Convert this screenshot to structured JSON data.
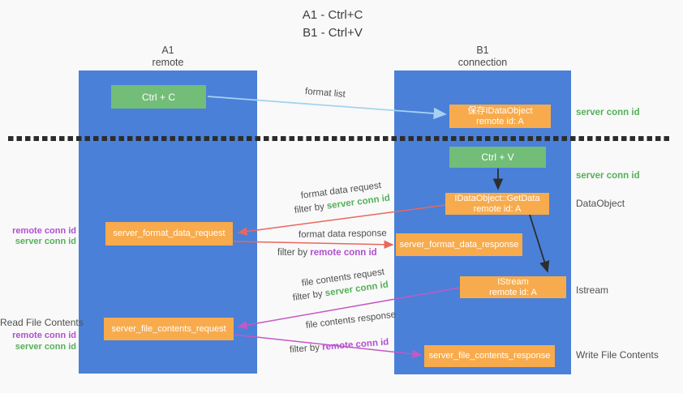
{
  "title": {
    "line1": "A1 - Ctrl+C",
    "line2": "B1 - Ctrl+V"
  },
  "columns": {
    "left": {
      "name": "A1",
      "subtitle": "remote"
    },
    "right": {
      "name": "B1",
      "subtitle": "connection"
    }
  },
  "nodes": {
    "ctrl_c": {
      "label": "Ctrl + C"
    },
    "ctrl_v": {
      "label": "Ctrl + V"
    },
    "save_dataobject": {
      "line1": "保存IDataObject",
      "line2": "remote id: A"
    },
    "getdata": {
      "line1": "IDataObject::GetData",
      "line2": "remote id: A"
    },
    "istream": {
      "line1": "IStream",
      "line2": "remote id: A"
    },
    "format_request": {
      "label": "server_format_data_request"
    },
    "format_response": {
      "label": "server_format_data_response"
    },
    "file_request": {
      "label": "server_file_contents_request"
    },
    "file_response": {
      "label": "server_file_contents_response"
    }
  },
  "arrows": {
    "format_list": {
      "label": "format list"
    },
    "format_data_request": {
      "label": "format data request",
      "filter_prefix": "filter by",
      "filter_id": "server conn id"
    },
    "format_data_response": {
      "label": "format data response",
      "filter_prefix": "filter by",
      "filter_id": "remote conn id"
    },
    "file_contents_request": {
      "label": "file contents request",
      "filter_prefix": "filter by",
      "filter_id": "server conn id"
    },
    "file_contents_response": {
      "label": "file contents response",
      "filter_prefix": "filter by",
      "filter_id": "remote conn id"
    }
  },
  "side_labels": {
    "left_format": {
      "remote_conn_id": "remote conn id",
      "server_conn_id": "server conn id"
    },
    "left_file": {
      "title": "Read File Contents",
      "remote_conn_id": "remote conn id",
      "server_conn_id": "server conn id"
    },
    "right_save": "server conn id",
    "right_paste": "server conn id",
    "right_dataobject": "DataObject",
    "right_istream": "Istream",
    "right_write": "Write File Contents"
  },
  "colors": {
    "background": "#f9f9f9",
    "column_fill": "#4a80d8",
    "action_fill": "#72bd78",
    "message_fill": "#f8ab4c",
    "server_conn_id_text": "#55b05a",
    "remote_conn_id_text": "#b050d0",
    "format_arrow": "#e8685c",
    "file_arrow": "#c558c5",
    "format_list_arrow": "#a5d2f2",
    "control_arrow": "#2d2d2d",
    "divider": "#2c2c2c"
  }
}
